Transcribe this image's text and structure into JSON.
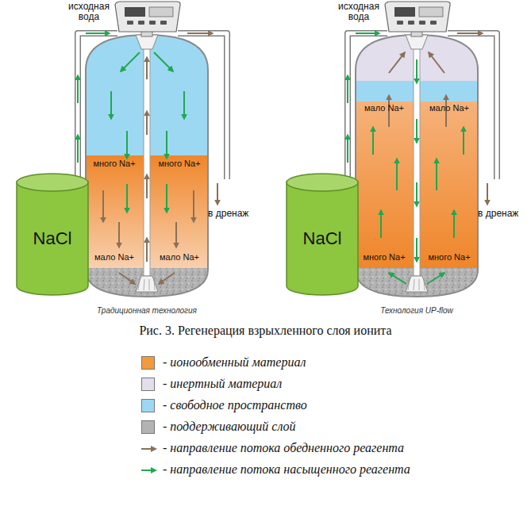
{
  "diagram": {
    "caption": "Рис. 3. Регенерация взрыхленного слоя ионита",
    "nodes": [
      {
        "text": [
          "NaCl"
        ]
      },
      {
        "text": [
          "NaCl"
        ]
      }
    ],
    "labels": [
      "исходная вода",
      "в дренаж",
      "много Na+",
      "много Na+",
      "мало Na+",
      "мало Na+",
      "Традиционная технология",
      "исходная вода",
      "в дренаж",
      "мало Na+",
      "мало Na+",
      "много Na+",
      "много Na+",
      "Технология UP-flow"
    ],
    "legend": [
      {
        "text": "- ионообменный материал",
        "color": "#f39a3e"
      },
      {
        "text": "- инертный материал",
        "color": "#e2deec"
      },
      {
        "text": "- свободное пространство",
        "color": "#9dd8f2"
      },
      {
        "text": "- поддерживающий слой",
        "color": "#b3b3b3"
      },
      {
        "text": "- направление потока обедненного реагента"
      },
      {
        "text": "- направление потока насыщенного реагента"
      }
    ]
  }
}
